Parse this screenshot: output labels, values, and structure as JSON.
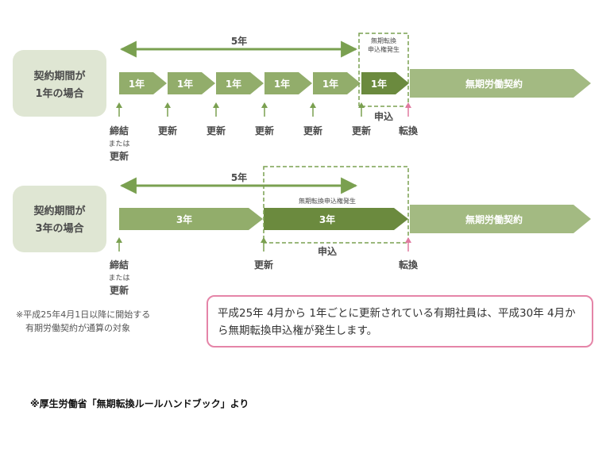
{
  "colors": {
    "box_fill": "#dfe6d3",
    "arrow_light": "#92ad6b",
    "arrow_dark": "#6b8a3e",
    "arrow_long": "#a3ba82",
    "dashed": "#7aa050",
    "pink": "#e07aa0",
    "text": "#4a4a4a"
  },
  "row1": {
    "label_line1": "契約期間が",
    "label_line2": "1年の場合",
    "span_label": "5年",
    "segments": [
      "1年",
      "1年",
      "1年",
      "1年",
      "1年",
      "1年"
    ],
    "long_label": "無期労働契約",
    "dashed_line1": "無期転換",
    "dashed_line2": "申込権発生",
    "apply_label": "申込",
    "events": [
      {
        "line1": "締結",
        "line2": "または",
        "line3": "更新"
      },
      {
        "line1": "更新"
      },
      {
        "line1": "更新"
      },
      {
        "line1": "更新"
      },
      {
        "line1": "更新"
      },
      {
        "line1": "更新"
      }
    ],
    "convert_label": "転換"
  },
  "row2": {
    "label_line1": "契約期間が",
    "label_line2": "3年の場合",
    "span_label": "5年",
    "seg1": "3年",
    "seg2": "3年",
    "long_label": "無期労働契約",
    "dashed_label": "無期転換申込権発生",
    "apply_label": "申込",
    "event1": {
      "line1": "締結",
      "line2": "または",
      "line3": "更新"
    },
    "event2": "更新",
    "convert_label": "転換"
  },
  "note_line1": "※平成25年4月1日以降に開始する",
  "note_line2": "有期労働契約が通算の対象",
  "info_text": "平成25年 4月から 1年ごとに更新されている有期社員は、平成30年 4月から無期転換申込権が発生します。",
  "source": "※厚生労働省「無期転換ルールハンドブック」より"
}
